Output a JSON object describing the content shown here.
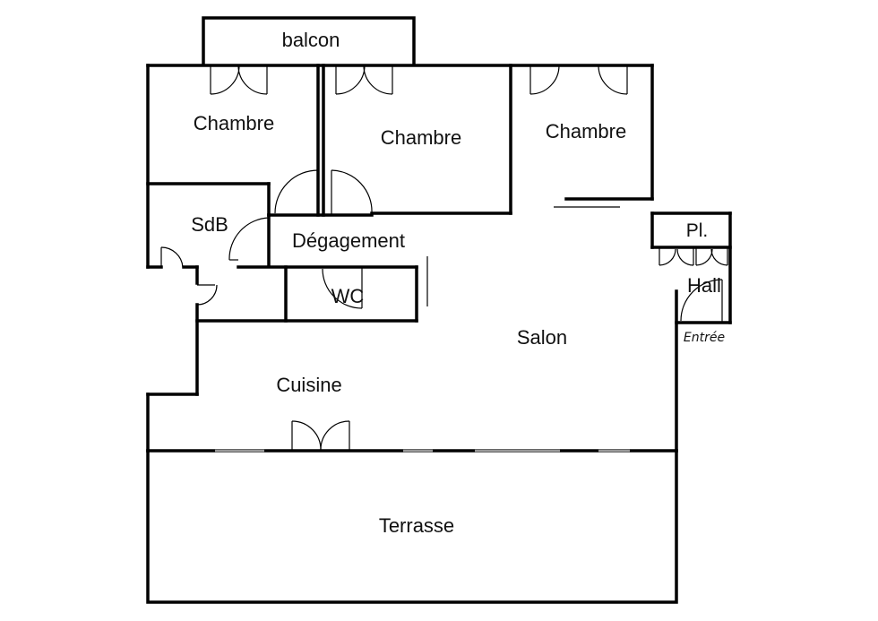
{
  "rooms": {
    "balcon": "balcon",
    "chambre_1": "Chambre",
    "chambre_2": "Chambre",
    "chambre_3": "Chambre",
    "sdb": "SdB",
    "degagement": "Dégagement",
    "wc": "WC",
    "placard": "Pl.",
    "hall": "Hall",
    "entree": "Entrée",
    "salon": "Salon",
    "cuisine": "Cuisine",
    "terrasse": "Terrasse"
  },
  "colors": {
    "wall": "#000000",
    "window": "#9a9a9a",
    "background": "#ffffff"
  }
}
